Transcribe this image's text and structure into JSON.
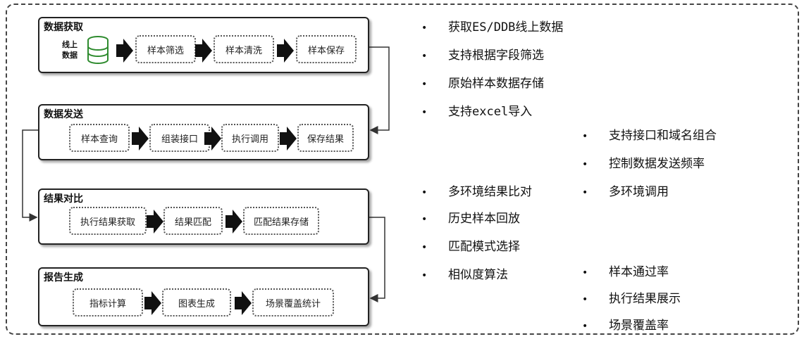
{
  "stages": [
    {
      "title": "数据获取",
      "steps": [
        "样本筛选",
        "样本清洗",
        "样本保存"
      ]
    },
    {
      "title": "数据发送",
      "steps": [
        "样本查询",
        "组装接口",
        "执行调用",
        "保存结果"
      ]
    },
    {
      "title": "结果对比",
      "steps": [
        "执行结果获取",
        "结果匹配",
        "匹配结果存储"
      ]
    },
    {
      "title": "报告生成",
      "steps": [
        "指标计算",
        "图表生成",
        "场景覆盖统计"
      ]
    }
  ],
  "source": {
    "line1": "线上",
    "line2": "数据",
    "icon": "database-icon",
    "icon_color": "#2e8b2e"
  },
  "bullet_symbol": "•",
  "bullets_left": [
    "获取ES/DDB线上数据",
    "支持根据字段筛选",
    "原始样本数据存储",
    "支持excel导入",
    "多环境结果比对",
    "历史样本回放",
    "匹配模式选择",
    "相似度算法"
  ],
  "bullets_right": [
    "支持接口和域名组合",
    "控制数据发送频率",
    "多环境调用",
    "样本通过率",
    "执行结果展示",
    "场景覆盖率"
  ]
}
